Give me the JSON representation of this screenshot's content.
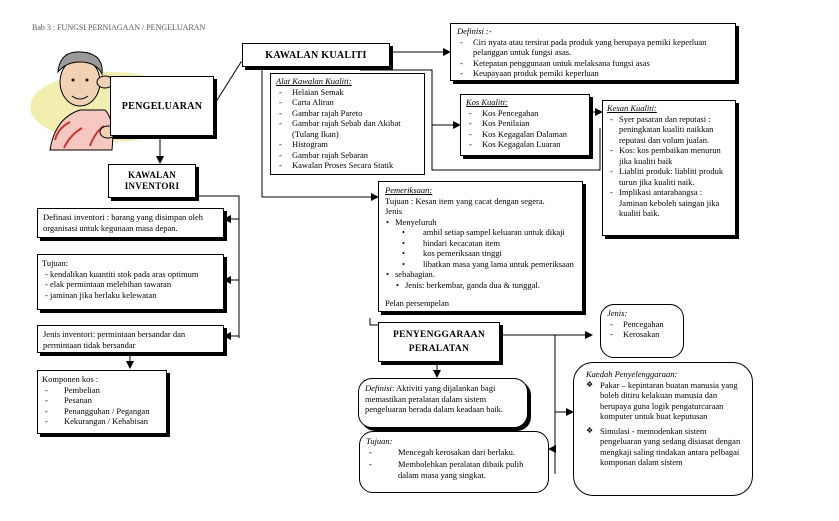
{
  "header": "Bab 3 : FUNGSI PERNIAGAAN / PENGELUARAN",
  "pengeluaran": "PENGELUARAN",
  "kawalan_kualiti": "KAWALAN KUALITI",
  "kawalan_inventori": "KAWALAN INVENTORI",
  "definisi_box": {
    "title": "Definisi :-",
    "items": [
      "Ciri nyata atau tersirat pada produk yang berupaya pemiki keperluan pelanggan untuk fungsi asas.",
      "Ketepatan penggunaan untuk melaksana fungsi asas",
      "Keupayaan produk pemiki keperluan"
    ]
  },
  "alat": {
    "title": "Alat Kawalan Kualiti:",
    "items": [
      "Helaian Semak",
      "Carta Aliran",
      "Gambar rajah Pareto",
      "Gambar rajah Sebab dan Akibat (Tulang Ikan)",
      "Histogram",
      "Gambar rajah Sebaran",
      "Kawalan Proses Secara Statik"
    ]
  },
  "kos_kualiti": {
    "title": "Kos Kualiti:",
    "items": [
      "Kos Pencegahan",
      "Kos Penilaian",
      "Kos Kegagalan Dalaman",
      "Kos Kegagalan Luaran"
    ]
  },
  "kesan": {
    "title": "Kesan Kualiti:",
    "items": [
      "Syer pasaran dan reputasi : peningkatan kualiti naikkan reputasi dan volum jualan.",
      "Kos: kos pembaikan menurun jika kualiti baik",
      "Liabliti produk: liabliti produk turun jika kualiti naik.",
      "Implikasi antarabangsa : Jaminan keboleh saingan jika kualiti baik."
    ]
  },
  "pemeriksaan": {
    "title": "Pemeriksaan:",
    "tujuan": "Tujuan : Kesan item yang cacat dengan segera.",
    "jenis": "Jenis",
    "menyeluruh": "Menyeluruh",
    "menyeluruh_items": [
      "ambil setiap sampel keluaran untuk dikaji",
      "hindari kecacatan item",
      "kos pemeriksaan tinggi",
      "libatkan masa yang lama untuk pemeriksaan"
    ],
    "sebahagian": "sebahagian.",
    "sebahagian_items": [
      "Jenis: berkembar, ganda dua & tunggal."
    ],
    "pelan": "Pelan persempelan"
  },
  "definisi_inventori": "Definasi inventori : barang yang disimpan oleh organisasi untuk kegunaan masa depan.",
  "tujuan_inventori": {
    "title": "Tujuan:",
    "items": [
      "kendalikan kuantiti stok pada aras optimum",
      "elak permintaan melebihan tawaran",
      "jaminan jika berlaku kelewatan"
    ]
  },
  "jenis_inventori": "Jenis inventori: permintaan bersandar dan permintaan tidak bersandar",
  "komponen": {
    "title": "Komponen kos :",
    "items": [
      "Pembelian",
      "Pesanan",
      "Penangguhan / Pegangan",
      "Kekurangan / Kehabisan"
    ]
  },
  "penyenggaraan": "PENYENGGARAAN PERALATAN",
  "jenis_peny": {
    "title": "Jenis:",
    "items": [
      "Pencegahan",
      "Kerosakan"
    ]
  },
  "definisi_peny": {
    "label": "Definisi",
    "text": ": Aktiviti yang dijalankan bagi memastikan peralatan dalam sistem pengeluaran berada dalam keadaan baik."
  },
  "tujuan_peny": {
    "title": "Tujuan:",
    "items": [
      "Mencegah kerosakan dari berlaku.",
      "Membolehkan peralatan dibaik pulih dalam masa yang singkat."
    ]
  },
  "kaedah": {
    "title": "Kaedah Penyelenggaraan:",
    "items": [
      "Pakar – kepintaran buatan manusia yang boleh ditiru kelakuan manusia dan berupaya guna logik pengaturcaraan komputer untuk buat keputusan",
      "Simulasi - memodenkan sistem pengeluaran yang sedang disiasat dengan mengkaji saling tindakan antara pelbagai komponan dalam sistem"
    ]
  }
}
